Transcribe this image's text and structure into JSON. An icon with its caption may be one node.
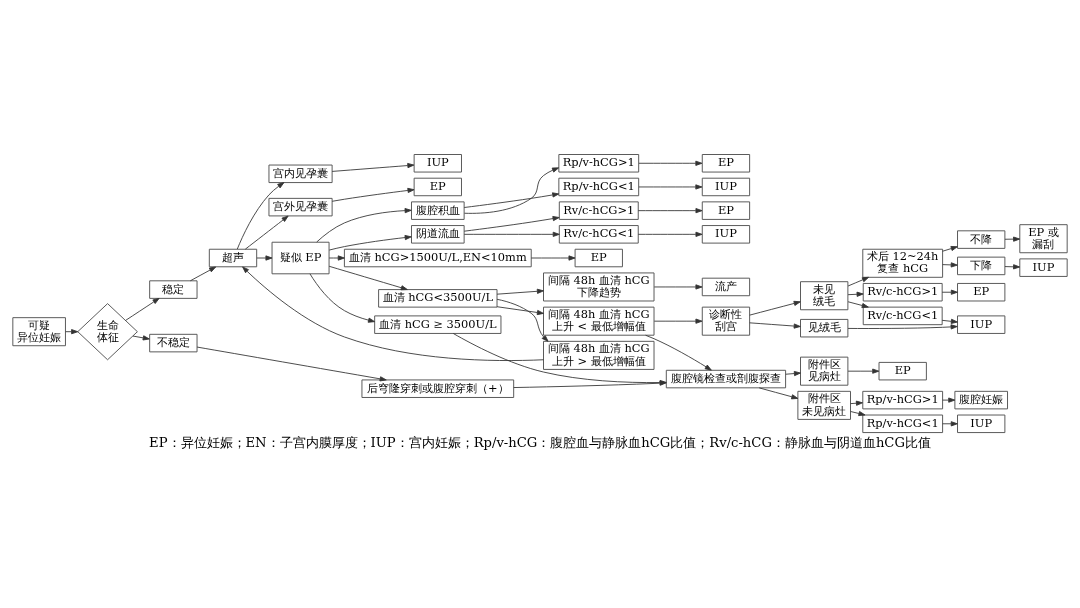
{
  "diagram": {
    "caption": "EP：异位妊娠；EN：子宫内膜厚度；IUP：宫内妊娠；Rp/v-hCG：腹腔血与静脉血hCG比值；Rv/c-hCG：静脉血与阴道血hCG比值",
    "nodes": [
      {
        "text": [
          "可疑异位妊娠"
        ]
      },
      {
        "text": [
          "生命体征"
        ]
      },
      {
        "text": [
          "稳定"
        ]
      },
      {
        "text": [
          "不稳定"
        ]
      },
      {
        "text": [
          "超声"
        ]
      },
      {
        "text": [
          "宫内见孕囊"
        ]
      },
      {
        "text": [
          "宫外见孕囊"
        ]
      },
      {
        "text": [
          "IUP"
        ]
      },
      {
        "text": [
          "EP"
        ]
      },
      {
        "text": [
          "疑似 EP"
        ]
      },
      {
        "text": [
          "腹腔积血"
        ]
      },
      {
        "text": [
          "Rp/v-hCG>1"
        ]
      },
      {
        "text": [
          "Rp/v-hCG<1"
        ]
      },
      {
        "text": [
          "EP"
        ]
      },
      {
        "text": [
          "IUP"
        ]
      },
      {
        "text": [
          "阴道流血"
        ]
      },
      {
        "text": [
          "Rv/c-hCG>1"
        ]
      },
      {
        "text": [
          "Rv/c-hCG<1"
        ]
      },
      {
        "text": [
          "EP"
        ]
      },
      {
        "text": [
          "IUP"
        ]
      },
      {
        "text": [
          "血清 hCG>1500U/L,EN<10mm"
        ]
      },
      {
        "text": [
          "EP"
        ]
      },
      {
        "text": [
          "血清 hCG<3500U/L"
        ]
      },
      {
        "text": [
          "间隔 48h 血清 hCG 上升 > 最低增幅值"
        ]
      },
      {
        "text": [
          "间隔 48h 血清 hCG 下降趋势"
        ]
      },
      {
        "text": [
          "流产"
        ]
      },
      {
        "text": [
          "间隔 48h 血清 hCG 上升 < 最低增幅值"
        ]
      },
      {
        "text": [
          "诊断性刮宫"
        ]
      },
      {
        "text": [
          "未见绒毛"
        ]
      },
      {
        "text": [
          "见绒毛"
        ]
      },
      {
        "text": [
          "术后 12~24h 复查 hCG"
        ]
      },
      {
        "text": [
          "不降"
        ]
      },
      {
        "text": [
          "下降"
        ]
      },
      {
        "text": [
          "EP 或漏刮"
        ]
      },
      {
        "text": [
          "IUP"
        ]
      },
      {
        "text": [
          "Rv/c-hCG>1"
        ]
      },
      {
        "text": [
          "Rv/c-hCG<1"
        ]
      },
      {
        "text": [
          "EP"
        ]
      },
      {
        "text": [
          "IUP"
        ]
      },
      {
        "text": [
          "血清 hCG ≥ 3500U/L"
        ]
      },
      {
        "text": [
          "后穹隆穿刺或腹腔穿刺（+）"
        ]
      },
      {
        "text": [
          "腹腔镜检查或剖腹探查"
        ]
      },
      {
        "text": [
          "附件区见病灶"
        ]
      },
      {
        "text": [
          "附件区未见病灶"
        ]
      },
      {
        "text": [
          "EP"
        ]
      },
      {
        "text": [
          "Rp/v-hCG>1"
        ]
      },
      {
        "text": [
          "Rp/v-hCG<1"
        ]
      },
      {
        "text": [
          "腹腔妊娠"
        ]
      },
      {
        "text": [
          "IUP"
        ]
      }
    ],
    "edges": [
      {
        "from": 0,
        "to": 1,
        "arrow": "to"
      },
      {
        "from": 1,
        "to": 2,
        "arrow": "to"
      },
      {
        "from": 1,
        "to": 3,
        "arrow": "to"
      },
      {
        "from": 2,
        "to": 4,
        "arrow": "to"
      },
      {
        "from": 4,
        "to": 5,
        "arrow": "to"
      },
      {
        "from": 4,
        "to": 6,
        "arrow": "to"
      },
      {
        "from": 4,
        "to": 9,
        "arrow": "to"
      },
      {
        "from": 5,
        "to": 7,
        "arrow": "to"
      },
      {
        "from": 6,
        "to": 8,
        "arrow": "to"
      },
      {
        "from": 9,
        "to": 10,
        "arrow": "to"
      },
      {
        "from": 9,
        "to": 15,
        "arrow": "to"
      },
      {
        "from": 9,
        "to": 20,
        "arrow": "to"
      },
      {
        "from": 9,
        "to": 22,
        "arrow": "to"
      },
      {
        "from": 9,
        "to": 39,
        "arrow": "to"
      },
      {
        "from": 10,
        "to": 11,
        "arrow": "to"
      },
      {
        "from": 10,
        "to": 12,
        "arrow": "to"
      },
      {
        "from": 11,
        "to": 13,
        "arrow": "to"
      },
      {
        "from": 12,
        "to": 14,
        "arrow": "to"
      },
      {
        "from": 15,
        "to": 16,
        "arrow": "to"
      },
      {
        "from": 15,
        "to": 17,
        "arrow": "to"
      },
      {
        "from": 16,
        "to": 18,
        "arrow": "to"
      },
      {
        "from": 17,
        "to": 19,
        "arrow": "to"
      },
      {
        "from": 20,
        "to": 21,
        "arrow": "to"
      },
      {
        "from": 22,
        "to": 23,
        "arrow": "to"
      },
      {
        "from": 22,
        "to": 24,
        "arrow": "to"
      },
      {
        "from": 22,
        "to": 26,
        "arrow": "to"
      },
      {
        "from": 23,
        "to": 4,
        "arrow": "to"
      },
      {
        "from": 24,
        "to": 25,
        "arrow": "to"
      },
      {
        "from": 26,
        "to": 27,
        "arrow": "to"
      },
      {
        "from": 26,
        "to": 41,
        "arrow": "to"
      },
      {
        "from": 27,
        "to": 28,
        "arrow": "to"
      },
      {
        "from": 27,
        "to": 29,
        "arrow": "to"
      },
      {
        "from": 28,
        "to": 30,
        "arrow": "to"
      },
      {
        "from": 28,
        "to": 35,
        "arrow": "to"
      },
      {
        "from": 28,
        "to": 36,
        "arrow": "to"
      },
      {
        "from": 30,
        "to": 31,
        "arrow": "to"
      },
      {
        "from": 30,
        "to": 32,
        "arrow": "to"
      },
      {
        "from": 31,
        "to": 33,
        "arrow": "to"
      },
      {
        "from": 32,
        "to": 34,
        "arrow": "to"
      },
      {
        "from": 35,
        "to": 37,
        "arrow": "to"
      },
      {
        "from": 36,
        "to": 38,
        "arrow": "to"
      },
      {
        "from": 29,
        "to": 38,
        "arrow": "to"
      },
      {
        "from": 39,
        "to": 41,
        "arrow": "to"
      },
      {
        "from": 3,
        "to": 40,
        "arrow": "to"
      },
      {
        "from": 40,
        "to": 41,
        "arrow": "to"
      },
      {
        "from": 41,
        "to": 42,
        "arrow": "to"
      },
      {
        "from": 41,
        "to": 43,
        "arrow": "to"
      },
      {
        "from": 42,
        "to": 44,
        "arrow": "to"
      },
      {
        "from": 43,
        "to": 45,
        "arrow": "to"
      },
      {
        "from": 43,
        "to": 46,
        "arrow": "to"
      },
      {
        "from": 45,
        "to": 47,
        "arrow": "to"
      },
      {
        "from": 46,
        "to": 48,
        "arrow": "to"
      }
    ]
  }
}
